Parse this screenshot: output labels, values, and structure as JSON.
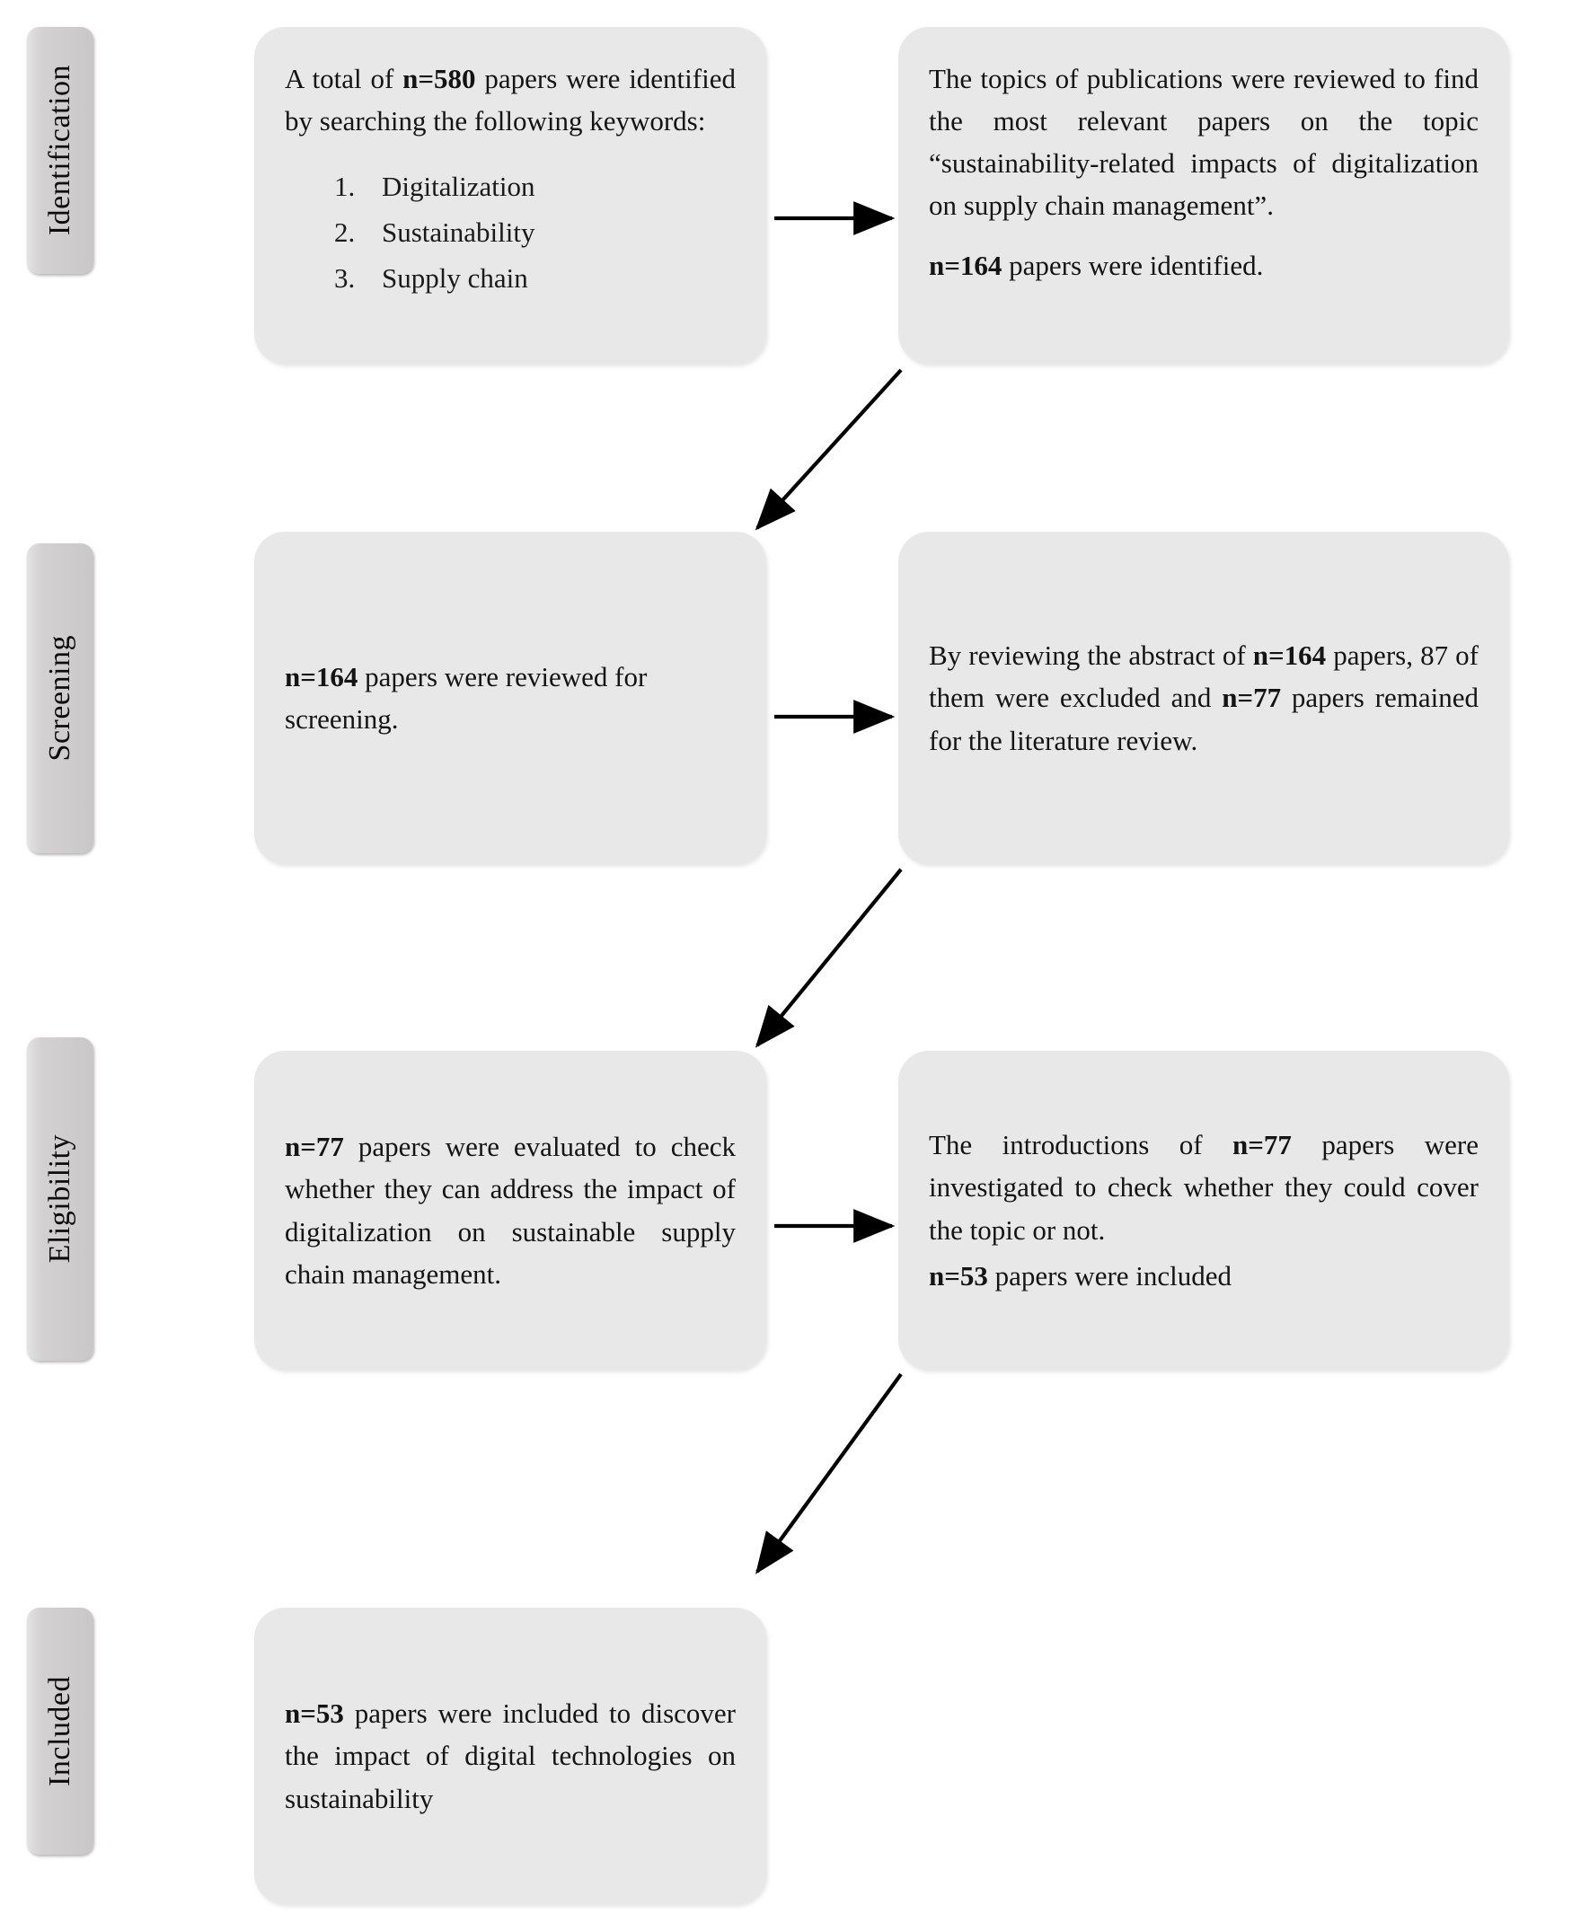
{
  "diagram": {
    "title": "PRISMA literature selection flow diagram",
    "background_color": "#ffffff",
    "box_fill": "#e9e8e8",
    "stage_fill": "#d2d0d0",
    "arrow_color": "#000000"
  },
  "stages": [
    {
      "label": "Identification"
    },
    {
      "label": "Screening"
    },
    {
      "label": "Eligibility"
    },
    {
      "label": "Included"
    }
  ],
  "boxes": {
    "identification_left": {
      "lead_a": "A total of ",
      "lead_b": "n=580",
      "lead_c": " papers were identified by searching the following keywords:",
      "keywords": [
        "Digitalization",
        "Sustainability",
        "Supply chain"
      ]
    },
    "identification_right": {
      "para1": "The topics of publications were reviewed to find the most relevant papers on the topic “sustainability-related impacts of digitalization on supply chain management”.",
      "para2_b": "n=164",
      "para2_c": " papers were identified."
    },
    "screening_left": {
      "line_b": "n=164",
      "line_c": " papers were reviewed for screening."
    },
    "screening_right": {
      "seg1": "By reviewing the abstract of ",
      "seg2_b": "n=164",
      "seg3": " papers, 87 of them were excluded and ",
      "seg4_b": "n=77",
      "seg5": " papers remained for the literature review."
    },
    "eligibility_left": {
      "seg1_b": "n=77",
      "seg2": " papers were evaluated to check whether they can address the impact of digitalization on sustainable supply chain management."
    },
    "eligibility_right": {
      "para1_seg1": "The introductions of ",
      "para1_seg2_b": "n=77",
      "para1_seg3": " papers were investigated to check whether they could cover the topic or not.",
      "para2_b": "n=53",
      "para2_c": " papers were included"
    },
    "included_box": {
      "seg1_b": "n=53",
      "seg2": " papers were included to discover the impact of digital technologies on sustainability"
    }
  },
  "arrows": [
    {
      "name": "identification-horizontal",
      "type": "straight-right"
    },
    {
      "name": "identification-to-screening",
      "type": "diagonal-down-left"
    },
    {
      "name": "screening-horizontal",
      "type": "straight-right"
    },
    {
      "name": "screening-to-eligibility",
      "type": "diagonal-down-left"
    },
    {
      "name": "eligibility-horizontal",
      "type": "straight-right"
    },
    {
      "name": "eligibility-to-included",
      "type": "diagonal-down-left"
    }
  ]
}
